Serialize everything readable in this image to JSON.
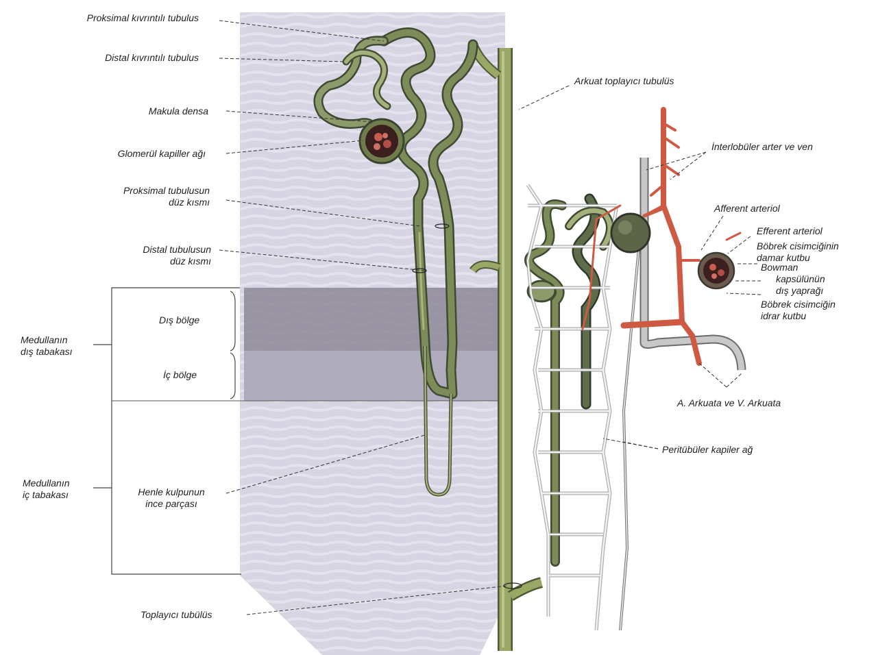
{
  "labels": {
    "proksimal_kivrintili": "Proksimal kıvrıntılı tubulus",
    "distal_kivrintili": "Distal kıvrıntılı tubulus",
    "makula_densa": "Makula densa",
    "glomerul": "Glomerül kapiller ağı",
    "proksimal_duz_1": "Proksimal tubulusun",
    "proksimal_duz_2": "düz kısmı",
    "distal_duz_1": "Distal tubulusun",
    "distal_duz_2": "düz kısmı",
    "dis_bolge": "Dış bölge",
    "ic_bolge": "İç bölge",
    "medulla_dis_1": "Medullanın",
    "medulla_dis_2": "dış tabakası",
    "medulla_ic_1": "Medullanın",
    "medulla_ic_2": "iç tabakası",
    "henle_1": "Henle kulpunun",
    "henle_2": "ince parçası",
    "toplayici": "Toplayıcı tubülüs",
    "arkuat": "Arkuat toplayıcı tubulüs",
    "interlobuler": "İnterlobüler arter ve ven",
    "afferent": "Afferent arteriol",
    "efferent": "Efferent arteriol",
    "damar_kutbu_1": "Böbrek cisimciğinin",
    "damar_kutbu_2": "damar kutbu",
    "bowman_1": "Bowman",
    "bowman_2": "kapsülünün",
    "bowman_3": "dış yaprağı",
    "idrar_kutbu_1": "Böbrek cisimciğin",
    "idrar_kutbu_2": "idrar kutbu",
    "arkuata": "A. Arkuata ve V. Arkuata",
    "peritubuler": "Peritübüler kapiler ağ"
  },
  "colors": {
    "cortex_band": "#d6d3e2",
    "outer_zone": "#8c8796",
    "inner_zone": "#aca8b9",
    "tubule": "#7d8a4f",
    "tubule_dark": "#4f5c3a",
    "tubule_highlight": "#c6cf96",
    "artery": "#cf5a44",
    "vein": "#a9a9a9",
    "capillary": "#e6e6e6",
    "leader": "#333333"
  }
}
